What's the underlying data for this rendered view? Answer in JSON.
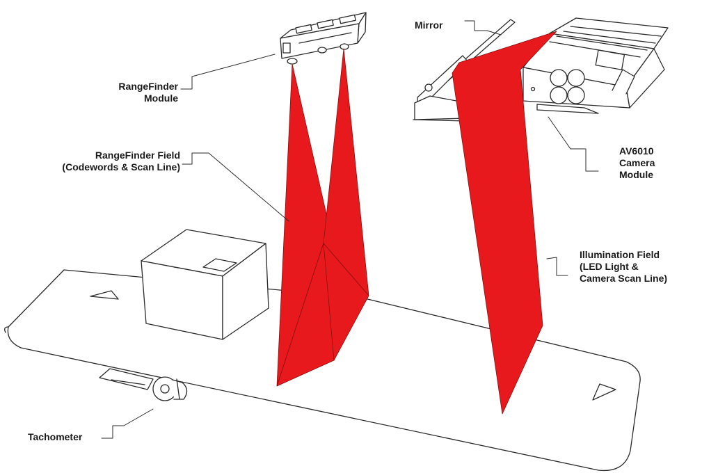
{
  "labels": {
    "mirror": "Mirror",
    "rangefinder_module": [
      "RangeFinder",
      "Module"
    ],
    "rangefinder_field": [
      "RangeFinder Field",
      "(Codewords & Scan Line)"
    ],
    "camera_module": [
      "AV6010",
      "Camera",
      "Module"
    ],
    "illumination_field": [
      "Illumination Field",
      "(LED Light &",
      "Camera Scan Line)"
    ],
    "tachometer": "Tachometer"
  },
  "colors": {
    "beam": "#e8191c",
    "line": "#2a2a2a",
    "background": "#ffffff"
  }
}
